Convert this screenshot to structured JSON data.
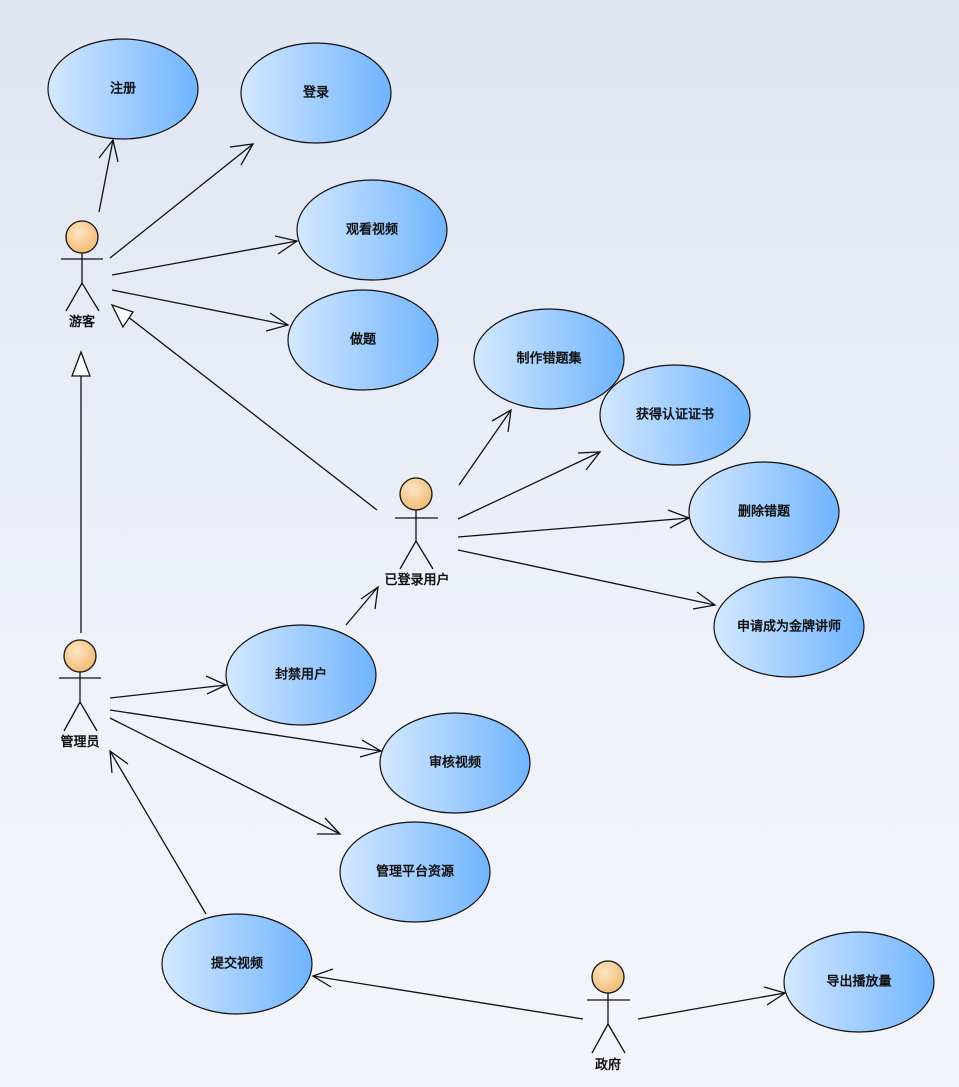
{
  "colors": {
    "usecase_light": "#d4e8ff",
    "usecase_dark": "#6fb4ff",
    "actor_head": "#f5c98a",
    "line": "#111111"
  },
  "actors": {
    "tourist": "游客",
    "logged_user": "已登录用户",
    "admin": "管理员",
    "government": "政府"
  },
  "usecases": {
    "register": "注册",
    "login": "登录",
    "watch_video": "观看视频",
    "do_exercise": "做题",
    "make_wrong_set": "制作错题集",
    "get_certificate": "获得认证证书",
    "delete_wrong": "删除错题",
    "apply_gold": "申请成为金牌讲师",
    "ban_user": "封禁用户",
    "review_video": "审核视频",
    "manage_resources": "管理平台资源",
    "submit_video": "提交视频",
    "export_plays": "导出播放量"
  }
}
